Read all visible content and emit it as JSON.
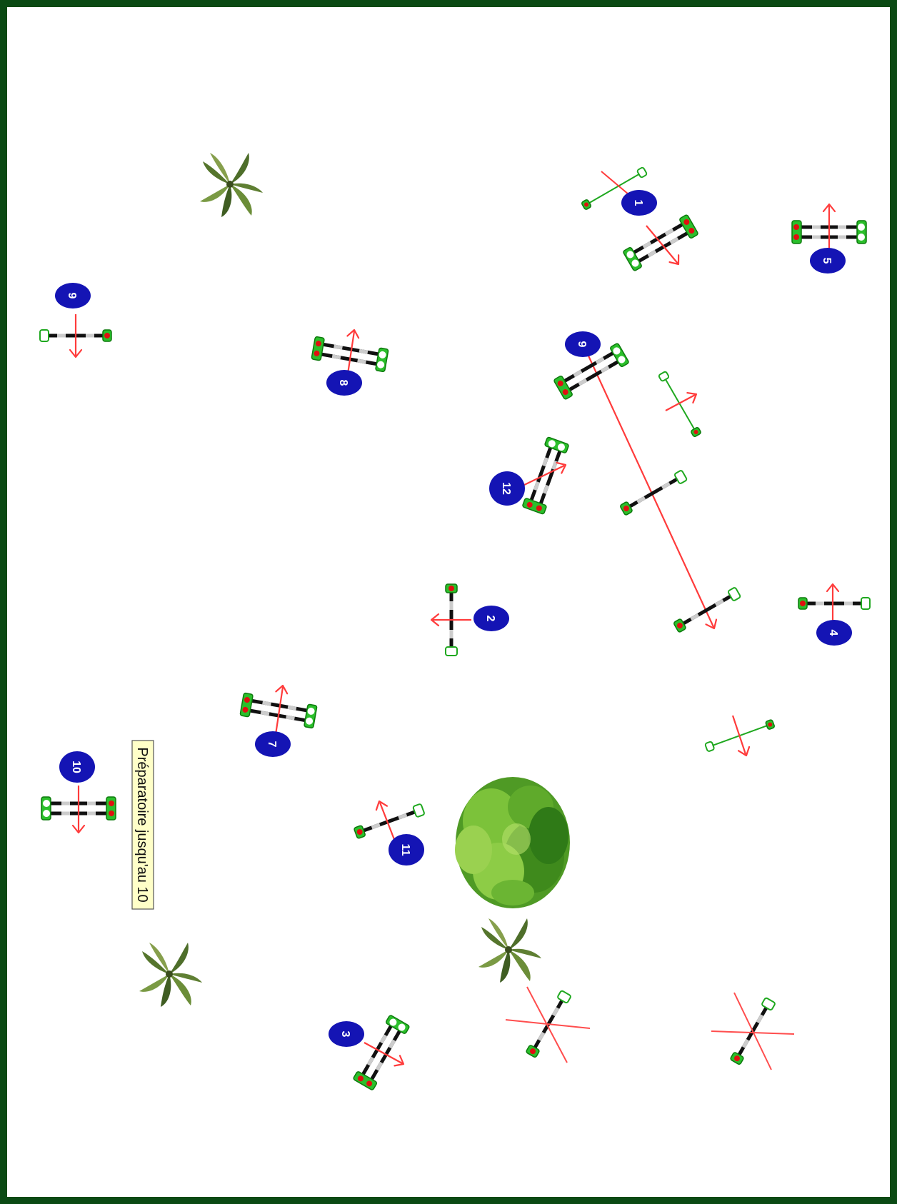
{
  "course": {
    "note": "Préparatoire jusqu'au 10",
    "jump_numbers": [
      "1",
      "2",
      "3",
      "4",
      "5",
      "6",
      "7",
      "8",
      "9",
      "10",
      "11",
      "12"
    ]
  },
  "colors": {
    "border": "#0b4a14",
    "number_marker": "#1414b4",
    "direction_arrow": "#ff3b3b",
    "standard_green": "#1fa81f",
    "pole_dark": "#111111",
    "note_background": "#ffffc8"
  },
  "icons": [
    "tree-icon",
    "palm-tree-icon",
    "jump-icon",
    "arrow-icon",
    "number-marker-icon",
    "no-jump-cross-icon"
  ]
}
